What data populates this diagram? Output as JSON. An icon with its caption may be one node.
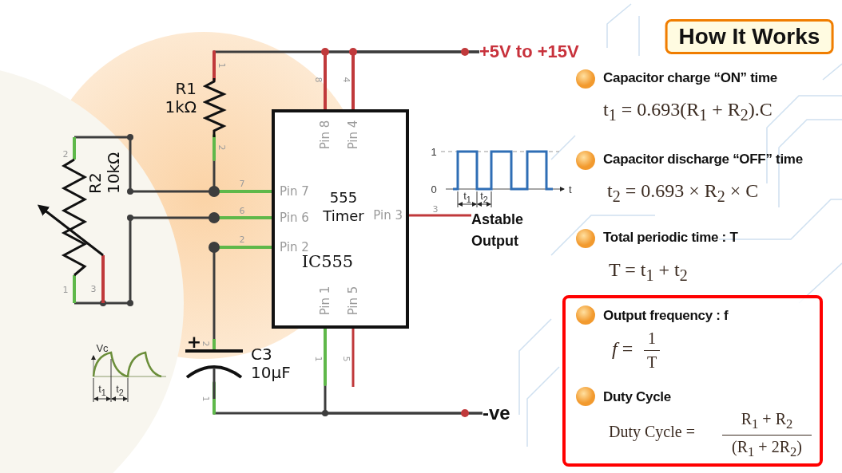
{
  "diagram": {
    "title": "How It Works",
    "nodes": [
      {
        "text": [
          "R1 1kΩ"
        ]
      },
      {
        "text": [
          "+5V to +15V"
        ]
      },
      {
        "text": [
          "R2 10kΩ"
        ]
      },
      {
        "text": [
          "Pin 8",
          "Pin 4",
          "Pin 7",
          "Pin 6",
          "Pin 2",
          "555 Timer",
          "Pin 3",
          "IC555",
          "Pin 1",
          "Pin 5"
        ]
      },
      {
        "text": [
          "Astable Output"
        ]
      },
      {
        "text": [
          "C3 10μF"
        ]
      },
      {
        "text": [
          "-ve"
        ]
      },
      {
        "text": [
          "Output frequency : f",
          "*f* =",
          "1",
          "T",
          "Duty Cycle",
          "Duty Cycle =",
          "R$_{1}$ + R$_{2}$",
          "(R$_{1}$ + 2R$_{2}$)"
        ]
      }
    ],
    "edges": [
      {
        "from": 0,
        "to": 1,
        "arrow": "none"
      },
      {
        "from": 3,
        "to": 1,
        "arrow": "none"
      },
      {
        "from": 3,
        "to": 1,
        "arrow": "none"
      },
      {
        "from": 0,
        "to": 3,
        "arrow": "none"
      },
      {
        "from": 2,
        "to": 3,
        "arrow": "none"
      },
      {
        "from": 2,
        "to": 3,
        "arrow": "none"
      },
      {
        "from": 5,
        "to": 3,
        "arrow": "none"
      },
      {
        "from": 3,
        "to": 4,
        "arrow": "none",
        "color": "#c0393b"
      },
      {
        "from": 5,
        "to": 6,
        "arrow": "none"
      },
      {
        "from": 3,
        "to": 6,
        "arrow": "none"
      },
      {
        "from": 3,
        "to": null,
        "arrow": "none",
        "color": "#c0393b"
      }
    ],
    "labels": [
      "1",
      "2",
      "2",
      "7",
      "6",
      "2",
      "8",
      "4",
      "1",
      "0",
      "t",
      "t$_{1}$",
      "t$_{2}$",
      "3",
      "1",
      "3",
      "Vc",
      "+",
      "2",
      "1",
      "5",
      "t$_{1}$",
      "t$_{2}$",
      "1",
      "Capacitor charge “ON” time",
      "t$_{1}$ = 0.693(R$_{1}$ + R$_{2}$).C",
      "Capacitor discharge “OFF” time",
      "t$_{2}$ = 0.693 × R$_{2}$ × C",
      "Total periodic time : T",
      "T = t$_{1}$ + t$_{2}$"
    ]
  }
}
